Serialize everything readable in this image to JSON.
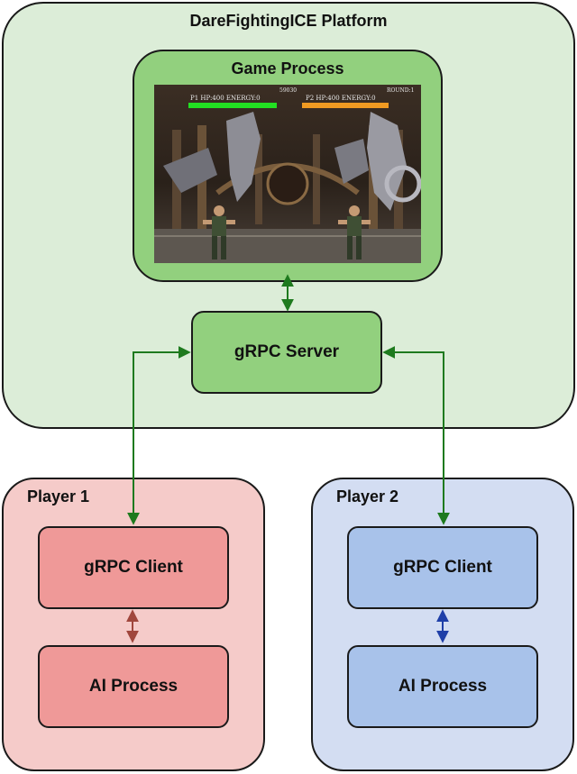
{
  "platform": {
    "title": "DareFightingICE Platform"
  },
  "game_process": {
    "title": "Game Process",
    "screenshot": {
      "p1_hud": "P1 HP:400 ENERGY:0",
      "p2_hud": "P2 HP:400 ENERGY:0",
      "timer": "59030",
      "round": "ROUND:1"
    }
  },
  "server": {
    "label": "gRPC Server"
  },
  "player1": {
    "title": "Player 1",
    "client_label": "gRPC Client",
    "ai_label": "AI Process"
  },
  "player2": {
    "title": "Player 2",
    "client_label": "gRPC Client",
    "ai_label": "AI Process"
  },
  "colors": {
    "platform_fill": "#dcedd8",
    "green_node": "#92d07e",
    "green_arrow": "#1e7a1e",
    "player1_fill": "#f5cbc9",
    "player1_node": "#ef9998",
    "player1_arrow": "#a0463c",
    "player2_fill": "#d3ddf2",
    "player2_node": "#a8c2ea",
    "player2_arrow": "#1f3fa8"
  }
}
